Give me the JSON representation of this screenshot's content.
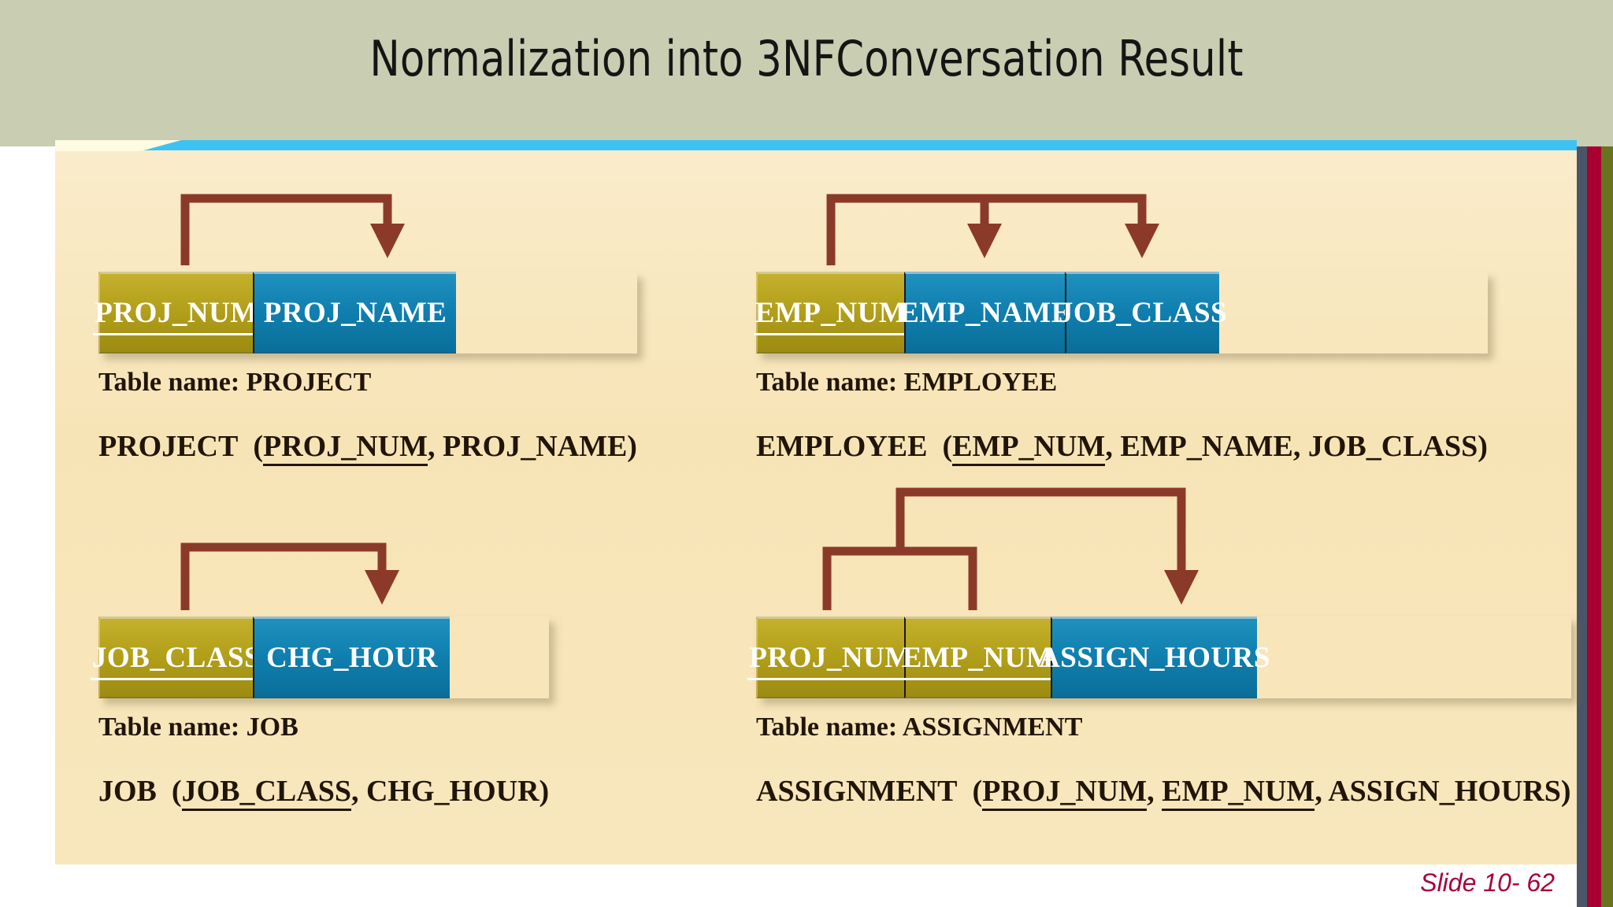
{
  "slide": {
    "title": "Normalization into 3NFConversation Result",
    "slide_number_label": "Slide 10- 62"
  },
  "colors": {
    "header_band": "#c9cdb2",
    "panel": "#f8e7bd",
    "accent_bar": "#3ec2f2",
    "primary_key_box": "#b4a01b",
    "attribute_box": "#1181b1",
    "arrow": "#8b3a2a",
    "edge_slate": "#4a5668",
    "edge_crimson": "#a8002f",
    "edge_olive": "#69731f",
    "slide_number": "#a8003a"
  },
  "diagrams": [
    {
      "id": "project",
      "columns": [
        {
          "name": "PROJ_NUM",
          "key": true
        },
        {
          "name": "PROJ_NAME",
          "key": false
        }
      ],
      "table_name_label": "Table name: PROJECT",
      "relation": {
        "name": "PROJECT",
        "open": "(",
        "attributes": [
          {
            "name": "PROJ_NUM",
            "key": true
          },
          {
            "name": "PROJ_NAME",
            "key": false
          }
        ],
        "close": ")"
      }
    },
    {
      "id": "employee",
      "columns": [
        {
          "name": "EMP_NUM",
          "key": true
        },
        {
          "name": "EMP_NAME",
          "key": false
        },
        {
          "name": "JOB_CLASS",
          "key": false
        }
      ],
      "table_name_label": "Table name: EMPLOYEE",
      "relation": {
        "name": "EMPLOYEE",
        "open": "(",
        "attributes": [
          {
            "name": "EMP_NUM",
            "key": true
          },
          {
            "name": "EMP_NAME",
            "key": false
          },
          {
            "name": "JOB_CLASS",
            "key": false
          }
        ],
        "close": ")"
      }
    },
    {
      "id": "job",
      "columns": [
        {
          "name": "JOB_CLASS",
          "key": true
        },
        {
          "name": "CHG_HOUR",
          "key": false
        }
      ],
      "table_name_label": "Table name: JOB",
      "relation": {
        "name": "JOB",
        "open": "(",
        "attributes": [
          {
            "name": "JOB_CLASS",
            "key": true
          },
          {
            "name": "CHG_HOUR",
            "key": false
          }
        ],
        "close": ")"
      }
    },
    {
      "id": "assignment",
      "columns": [
        {
          "name": "PROJ_NUM",
          "key": true
        },
        {
          "name": "EMP_NUM",
          "key": true
        },
        {
          "name": "ASSIGN_HOURS",
          "key": false
        }
      ],
      "table_name_label": "Table name: ASSIGNMENT",
      "relation": {
        "name": "ASSIGNMENT",
        "open": "(",
        "attributes": [
          {
            "name": "PROJ_NUM",
            "key": true
          },
          {
            "name": "EMP_NUM",
            "key": true
          },
          {
            "name": "ASSIGN_HOURS",
            "key": false
          }
        ],
        "close": ")"
      }
    }
  ]
}
